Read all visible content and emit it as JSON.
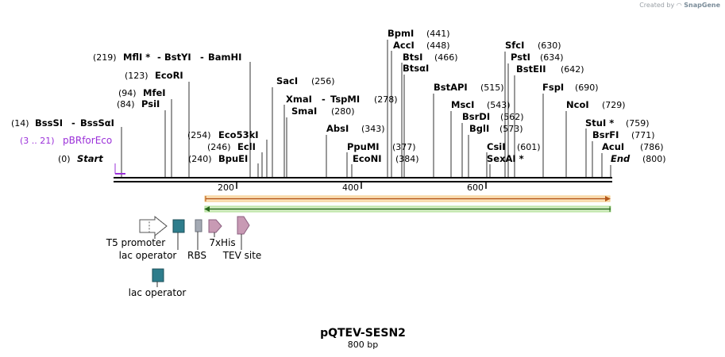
{
  "credit": {
    "prefix": "Created by",
    "brand": "SnapGene"
  },
  "plasmid": {
    "name": "pQTEV-SESN2",
    "length_label": "800 bp"
  },
  "ruler": {
    "ticks": [
      {
        "label": "200"
      },
      {
        "label": "400"
      },
      {
        "label": "600"
      }
    ]
  },
  "sites": [
    {
      "id": "bssSI",
      "pos": "(14)",
      "name": "BssSI",
      "sep": "-",
      "name2": "BssSαI"
    },
    {
      "id": "pbr",
      "pos": "(3 .. 21)",
      "name": "pBRforEco",
      "color": "#9b30d9",
      "kind": "primer"
    },
    {
      "id": "start",
      "pos": "(0)",
      "name": "Start",
      "italic": true
    },
    {
      "id": "mlu",
      "pos": "(219)",
      "name": "MflI *",
      "sep": "-",
      "name2": "BstYI",
      "sep2": "-",
      "name3": "BamHI"
    },
    {
      "id": "ecori",
      "pos": "(123)",
      "name": "EcoRI"
    },
    {
      "id": "mfei",
      "pos": "(94)",
      "name": "MfeI"
    },
    {
      "id": "psii",
      "pos": "(84)",
      "name": "PsiI"
    },
    {
      "id": "eco53",
      "pos": "(254)",
      "name": "Eco53kI"
    },
    {
      "id": "ecli",
      "pos": "(246)",
      "name": "EclI"
    },
    {
      "id": "bpuei",
      "pos": "(240)",
      "name": "BpuEI"
    },
    {
      "id": "saci",
      "pos": "(256)",
      "name": "SacI"
    },
    {
      "id": "xmai",
      "pos": "(278)",
      "name": "XmaI",
      "sep": "-",
      "name2": "TspMI"
    },
    {
      "id": "smai",
      "pos": "(280)",
      "name": "SmaI"
    },
    {
      "id": "absi",
      "pos": "(343)",
      "name": "AbsI"
    },
    {
      "id": "bpmi",
      "pos": "(441)",
      "name": "BpmI"
    },
    {
      "id": "acci",
      "pos": "(448)",
      "name": "AccI"
    },
    {
      "id": "btsi",
      "pos": "(466)",
      "name": "BtsI"
    },
    {
      "id": "btsai",
      "pos": "",
      "name": "BtsαI"
    },
    {
      "id": "ppumi",
      "pos": "(377)",
      "name": "PpuMI"
    },
    {
      "id": "econi",
      "pos": "(384)",
      "name": "EcoNI"
    },
    {
      "id": "bstapi",
      "pos": "(515)",
      "name": "BstAPI"
    },
    {
      "id": "msci",
      "pos": "(543)",
      "name": "MscI"
    },
    {
      "id": "bsrdi",
      "pos": "(562)",
      "name": "BsrDI"
    },
    {
      "id": "bgli",
      "pos": "(573)",
      "name": "BglI"
    },
    {
      "id": "csii",
      "pos": "(601)",
      "name": "CsiI"
    },
    {
      "id": "sexai",
      "pos": "",
      "name": "SexAI *"
    },
    {
      "id": "sfci",
      "pos": "(630)",
      "name": "SfcI"
    },
    {
      "id": "psti",
      "pos": "(634)",
      "name": "PstI"
    },
    {
      "id": "bsteii",
      "pos": "(642)",
      "name": "BstEII"
    },
    {
      "id": "fspi",
      "pos": "(690)",
      "name": "FspI"
    },
    {
      "id": "ncoi",
      "pos": "(729)",
      "name": "NcoI"
    },
    {
      "id": "stui",
      "pos": "(759)",
      "name": "StuI *"
    },
    {
      "id": "bsrfi",
      "pos": "(771)",
      "name": "BsrFI"
    },
    {
      "id": "acui",
      "pos": "(786)",
      "name": "AcuI"
    },
    {
      "id": "end",
      "pos": "(800)",
      "name": "End",
      "italic": true
    }
  ],
  "features": [
    {
      "id": "t5",
      "label": "T5 promoter",
      "type": "promoter",
      "color": "#ffffff"
    },
    {
      "id": "lacop1",
      "label": "lac operator",
      "type": "operator",
      "color": "#2e7d8c"
    },
    {
      "id": "rbs",
      "label": "RBS",
      "type": "rbs",
      "color": "#a4aab4"
    },
    {
      "id": "his",
      "label": "7xHis",
      "type": "tag",
      "color": "#c89ab4"
    },
    {
      "id": "tev",
      "label": "TEV site",
      "type": "tag",
      "color": "#c89ab4"
    },
    {
      "id": "lacop2",
      "label": "lac operator",
      "type": "operator",
      "color": "#2e7d8c"
    }
  ],
  "colors": {
    "backbone": "#000000",
    "orf_forward": "#e8a54a",
    "orf_forward_fill": "#fde6bf",
    "orf_reverse": "#3a9a2e",
    "orf_reverse_fill": "#d8f0c8",
    "primer": "#9b30d9"
  }
}
